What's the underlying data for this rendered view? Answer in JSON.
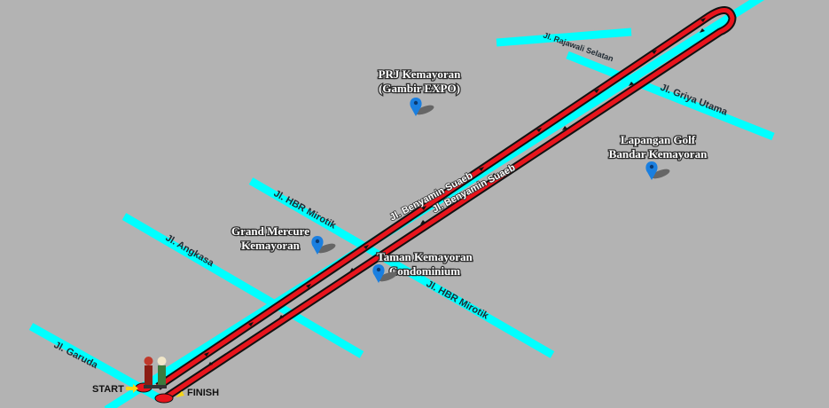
{
  "map": {
    "colors": {
      "background": "#b3b3b3",
      "street": "#00ffff",
      "track": "#e8141c",
      "track_outline": "#111111",
      "pin": "#1a7fe0",
      "label_text": "#ffffff"
    },
    "streets": [
      {
        "id": "garuda",
        "label": "Jl. Garuda"
      },
      {
        "id": "angkasa",
        "label": "Jl. Angkasa"
      },
      {
        "id": "hbr-upper",
        "label": "Jl. HBR Mirotik"
      },
      {
        "id": "hbr-lower",
        "label": "Jl. HBR Mirotik"
      },
      {
        "id": "rajawali",
        "label": "Jl. Rajawali Selatan"
      },
      {
        "id": "griya",
        "label": "Jl. Griya Utama"
      },
      {
        "id": "benyamin-1",
        "label": "Jl. Benyamin Suaeb"
      },
      {
        "id": "benyamin-2",
        "label": "Jl. Benyamin Suaeb"
      }
    ],
    "pois": [
      {
        "id": "prj",
        "lines": [
          "PRJ Kemayoran",
          "(Gambir EXPO)"
        ],
        "icon": "map-pin-icon"
      },
      {
        "id": "golf",
        "lines": [
          "Lapangan Golf",
          "Bandar Kemayoran"
        ],
        "icon": "map-pin-icon"
      },
      {
        "id": "mercure",
        "lines": [
          "Grand Mercure",
          "Kemayoran"
        ],
        "icon": "map-pin-icon"
      },
      {
        "id": "taman",
        "lines": [
          "Taman Kemayoran",
          "Condominium"
        ],
        "icon": "map-pin-icon"
      }
    ],
    "markers": {
      "start": "START",
      "finish": "FINISH",
      "icons": [
        "start-arrow-icon",
        "finish-arrow-icon",
        "ondel-ondel-figures-icon"
      ]
    }
  }
}
